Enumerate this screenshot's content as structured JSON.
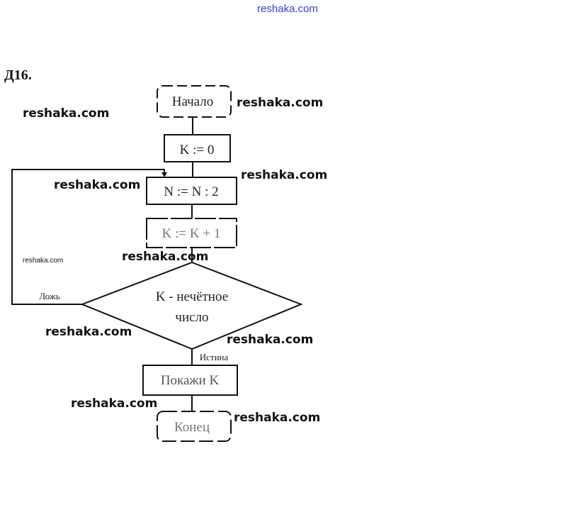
{
  "site_header": "reshaka.com",
  "task_label": "Д16.",
  "flowchart": {
    "start": "Начало",
    "step1": "K := 0",
    "step2": "N := N : 2",
    "step3": "K := K + 1",
    "condition_line1": "K - нечётное",
    "condition_line2": "число",
    "false_label": "Ложь",
    "true_label": "Истина",
    "output": "Покажи K",
    "end": "Конец"
  },
  "watermarks": [
    "reshaka.com",
    "reshaka.com",
    "reshaka.com",
    "reshaka.com",
    "reshaka.com",
    "reshaka.com",
    "reshaka.com",
    "reshaka.com",
    "reshaka.com",
    "reshaka.com"
  ],
  "colors": {
    "header_link": "#3b3bd6",
    "lines": "#111111"
  }
}
